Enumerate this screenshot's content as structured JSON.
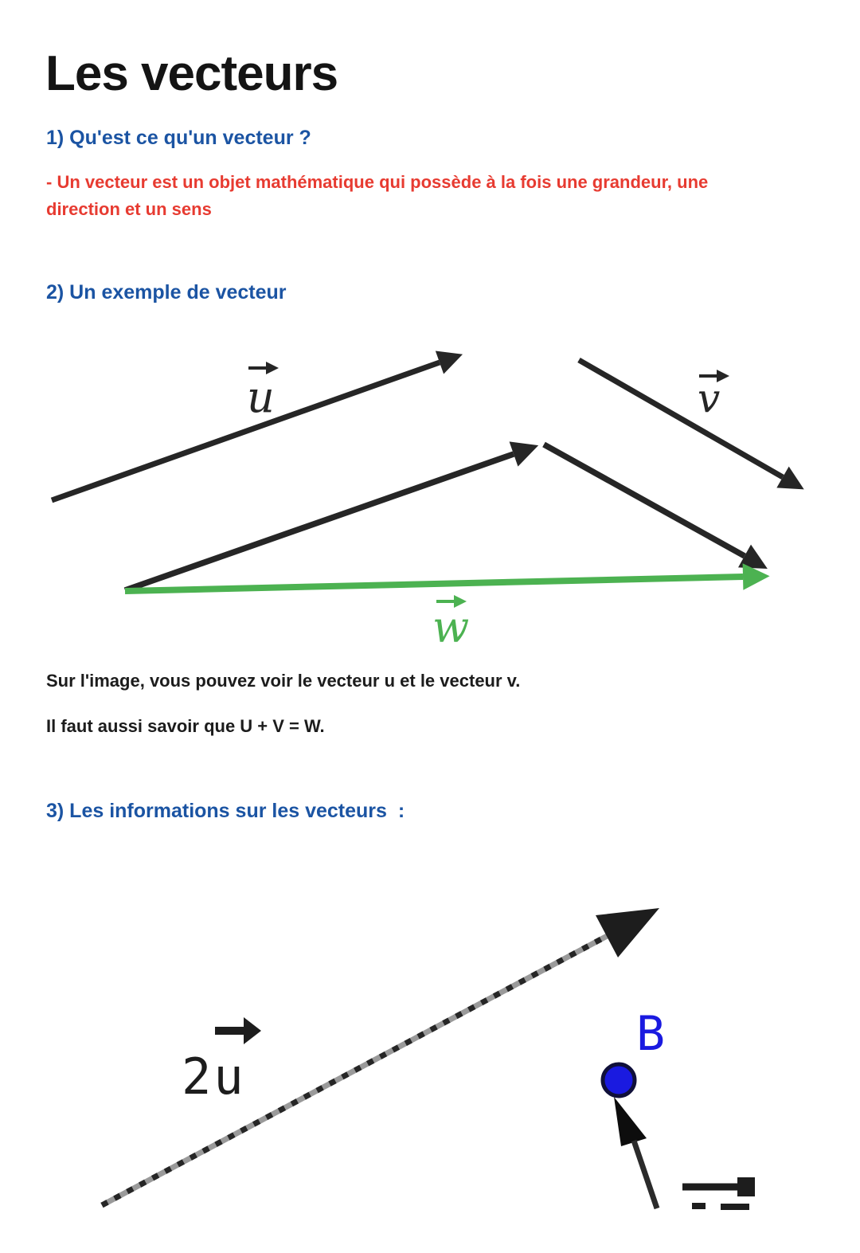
{
  "page": {
    "title": "Les vecteurs"
  },
  "sections": {
    "s1": {
      "heading": "1) Qu'est ce qu'un vecteur ?",
      "definition_line1": "- Un vecteur est un objet mathématique qui possède à la fois une grandeur, une",
      "definition_line2": "direction et un sens"
    },
    "s2": {
      "heading": "2) Un exemple de vecteur",
      "note1": "Sur l'image, vous pouvez voir le vecteur u et le vecteur v.",
      "note2": "Il faut aussi savoir que U + V = W."
    },
    "s3": {
      "heading": "3) Les informations sur les vecteurs  :"
    }
  },
  "figure_example": {
    "label_u": "u",
    "label_v": "v",
    "label_w": "w"
  },
  "figure_info": {
    "label_2u": "2u",
    "label_point": "B"
  },
  "colors": {
    "heading_blue": "#1b54a3",
    "definition_red": "#e73b31",
    "text_black": "#1c1c1c",
    "vector_black": "#262626",
    "vector_green": "#4cb251",
    "point_blue": "#1a1ae0",
    "pixel_black": "#1d1d1d",
    "pixel_gray": "#9a9a9a"
  }
}
